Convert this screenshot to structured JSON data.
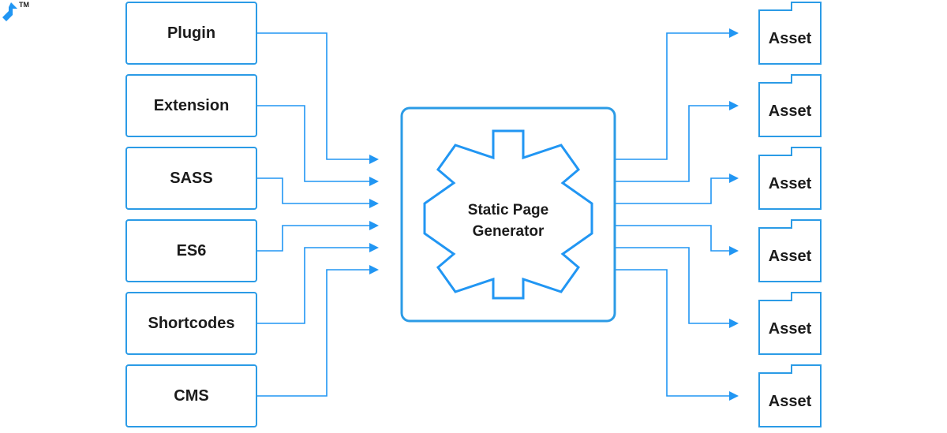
{
  "colors": {
    "accent": "#2196f3",
    "box_border": "#2b9be6",
    "text": "#1b1b1b",
    "background": "#ffffff"
  },
  "logo": {
    "icon": "toptal-logo-icon",
    "trademark": "TM"
  },
  "inputs": [
    {
      "label": "Plugin"
    },
    {
      "label": "Extension"
    },
    {
      "label": "SASS"
    },
    {
      "label": "ES6"
    },
    {
      "label": "Shortcodes"
    },
    {
      "label": "CMS"
    }
  ],
  "generator": {
    "label_line1": "Static Page",
    "label_line2": "Generator",
    "icon": "gear-icon"
  },
  "outputs": [
    {
      "label": "Asset",
      "icon": "file-icon"
    },
    {
      "label": "Asset",
      "icon": "file-icon"
    },
    {
      "label": "Asset",
      "icon": "file-icon"
    },
    {
      "label": "Asset",
      "icon": "file-icon"
    },
    {
      "label": "Asset",
      "icon": "file-icon"
    },
    {
      "label": "Asset",
      "icon": "file-icon"
    }
  ]
}
